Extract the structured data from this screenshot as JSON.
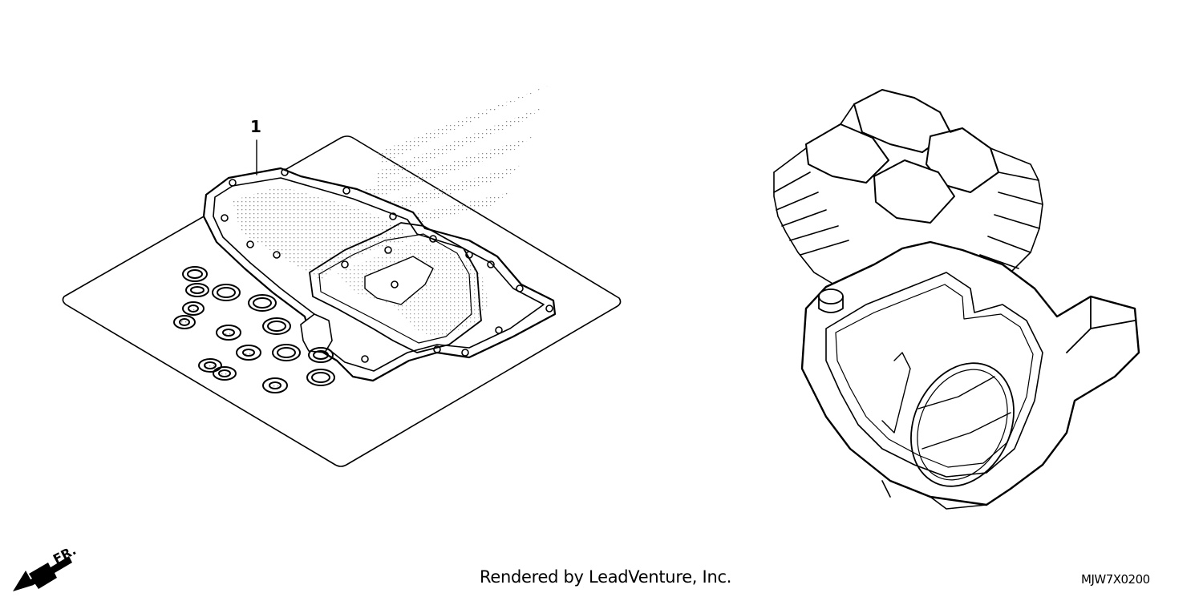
{
  "callouts": {
    "part_1": "1"
  },
  "footer": {
    "credit": "Rendered by LeadVenture, Inc.",
    "diagram_code": "MJW7X0200"
  },
  "icons": {
    "front_arrow": "front-direction-arrow-icon"
  },
  "colors": {
    "line": "#000000",
    "background": "#ffffff",
    "shade": "#9a9a9a"
  }
}
